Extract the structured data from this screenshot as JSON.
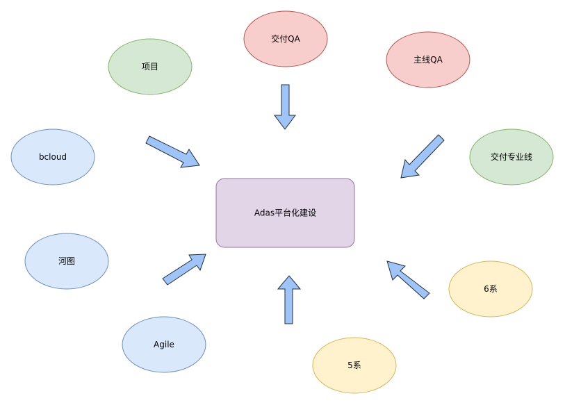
{
  "palette": {
    "red": {
      "fill": "#f8cecc",
      "stroke": "#b85450"
    },
    "green": {
      "fill": "#d5e8d4",
      "stroke": "#82b366"
    },
    "blue": {
      "fill": "#dae8fc",
      "stroke": "#6c8ebf"
    },
    "yellow": {
      "fill": "#fff2cc",
      "stroke": "#d6b656"
    },
    "purple": {
      "fill": "#e1d5e7",
      "stroke": "#9673a6"
    },
    "arrow": {
      "fill": "#9fc5f8",
      "stroke": "#1f2d3d"
    }
  },
  "center": {
    "label": "Adas平台化建设",
    "color": "purple"
  },
  "nodes": [
    {
      "id": "jiaofu-qa",
      "label": "交付QA",
      "color": "red"
    },
    {
      "id": "zhuxian-qa",
      "label": "主线QA",
      "color": "red"
    },
    {
      "id": "xiangmu",
      "label": "项目",
      "color": "green"
    },
    {
      "id": "jiaofu-zhuanye",
      "label": "交付专业线",
      "color": "green"
    },
    {
      "id": "bcloud",
      "label": "bcloud",
      "color": "blue"
    },
    {
      "id": "hetu",
      "label": "河图",
      "color": "blue"
    },
    {
      "id": "agile",
      "label": "Agile",
      "color": "blue"
    },
    {
      "id": "6xi",
      "label": "6系",
      "color": "yellow"
    },
    {
      "id": "5xi",
      "label": "5系",
      "color": "yellow"
    }
  ],
  "arrows": [
    {
      "id": "from-xiangmu"
    },
    {
      "id": "from-jiaofu-qa"
    },
    {
      "id": "from-jiaofu-zhuanye"
    },
    {
      "id": "from-hetu"
    },
    {
      "id": "from-5xi"
    },
    {
      "id": "from-6xi"
    }
  ]
}
